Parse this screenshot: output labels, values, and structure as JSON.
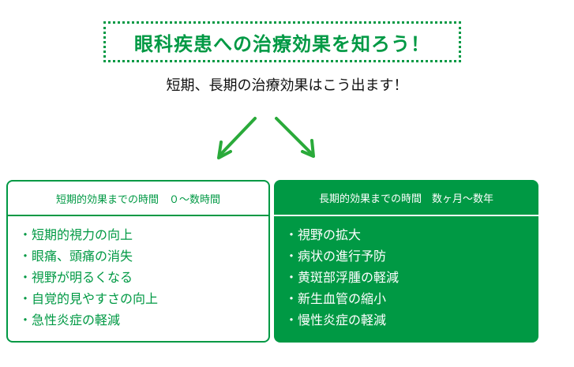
{
  "title": "眼科疾患への治療効果を知ろう！",
  "subtitle": "短期、長期の治療効果はこう出ます！",
  "short_term": {
    "header": "短期的効果までの時間　０～数時間",
    "items": [
      "短期的視力の向上",
      "眼痛、頭痛の消失",
      "視野が明るくなる",
      "自覚的見やすさの向上",
      "急性炎症の軽減"
    ]
  },
  "long_term": {
    "header": "長期的効果までの時間　数ヶ月～数年",
    "items": [
      "視野の拡大",
      "病状の進行予防",
      "黄斑部浮腫の軽減",
      "新生血管の縮小",
      "慢性炎症の軽減"
    ]
  },
  "colors": {
    "brand": "#009944",
    "arrow": "#2aaa3a"
  }
}
